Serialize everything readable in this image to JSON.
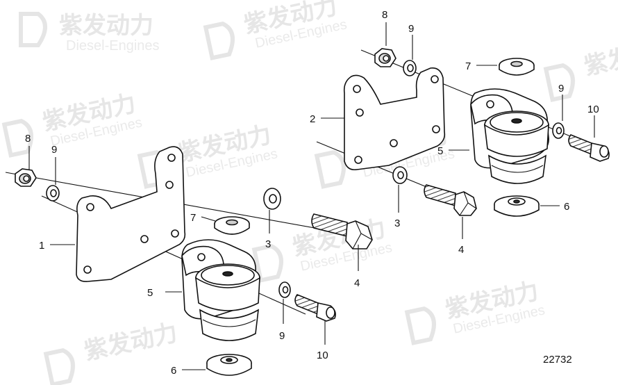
{
  "diagram": {
    "drawing_number": "22732",
    "watermark": {
      "brand_cn": "紫发动力",
      "brand_en": "Diesel-Engines"
    },
    "callouts": {
      "left": {
        "bracket": "1",
        "mount": "5",
        "buffer": "6",
        "washer_small": "7",
        "nut": "8",
        "washer_nut": "9",
        "washer_bolt_head": "3",
        "hex_bolt": "4",
        "washer_socket": "9",
        "socket_screw": "10"
      },
      "right": {
        "bracket": "2",
        "mount": "5",
        "buffer": "6",
        "washer_small": "7",
        "nut": "8",
        "washer_nut": "9",
        "washer_bolt_head": "3",
        "hex_bolt": "4",
        "washer_socket": "9",
        "socket_screw": "10"
      }
    }
  }
}
